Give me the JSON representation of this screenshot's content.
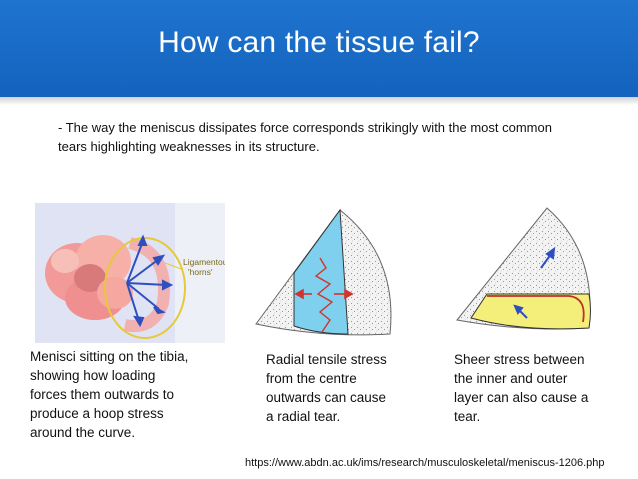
{
  "slide": {
    "title": "How can the tissue fail?",
    "intro": "- The way the meniscus dissipates force corresponds strikingly with the most common tears highlighting weaknesses in its structure.",
    "figure1": {
      "label_line1": "Ligamentous",
      "label_line2": "'horns'",
      "caption": "Menisci sitting on the tibia, showing how loading forces them outwards to produce a hoop stress around the curve."
    },
    "figure2": {
      "caption": "Radial tensile stress from the centre outwards can cause a radial tear."
    },
    "figure3": {
      "caption": "Sheer stress between the inner and outer layer  can also cause a tear."
    },
    "source_url": "https://www.abdn.ac.uk/ims/research/musculoskeletal/meniscus-1206.php"
  },
  "colors": {
    "header": "#1565c0",
    "title_text": "#ffffff",
    "radial_zone": "#7fd0ef",
    "shear_zone": "#f3ef7a",
    "arrow_red": "#d0342c",
    "arrow_blue": "#2f4fbf"
  }
}
